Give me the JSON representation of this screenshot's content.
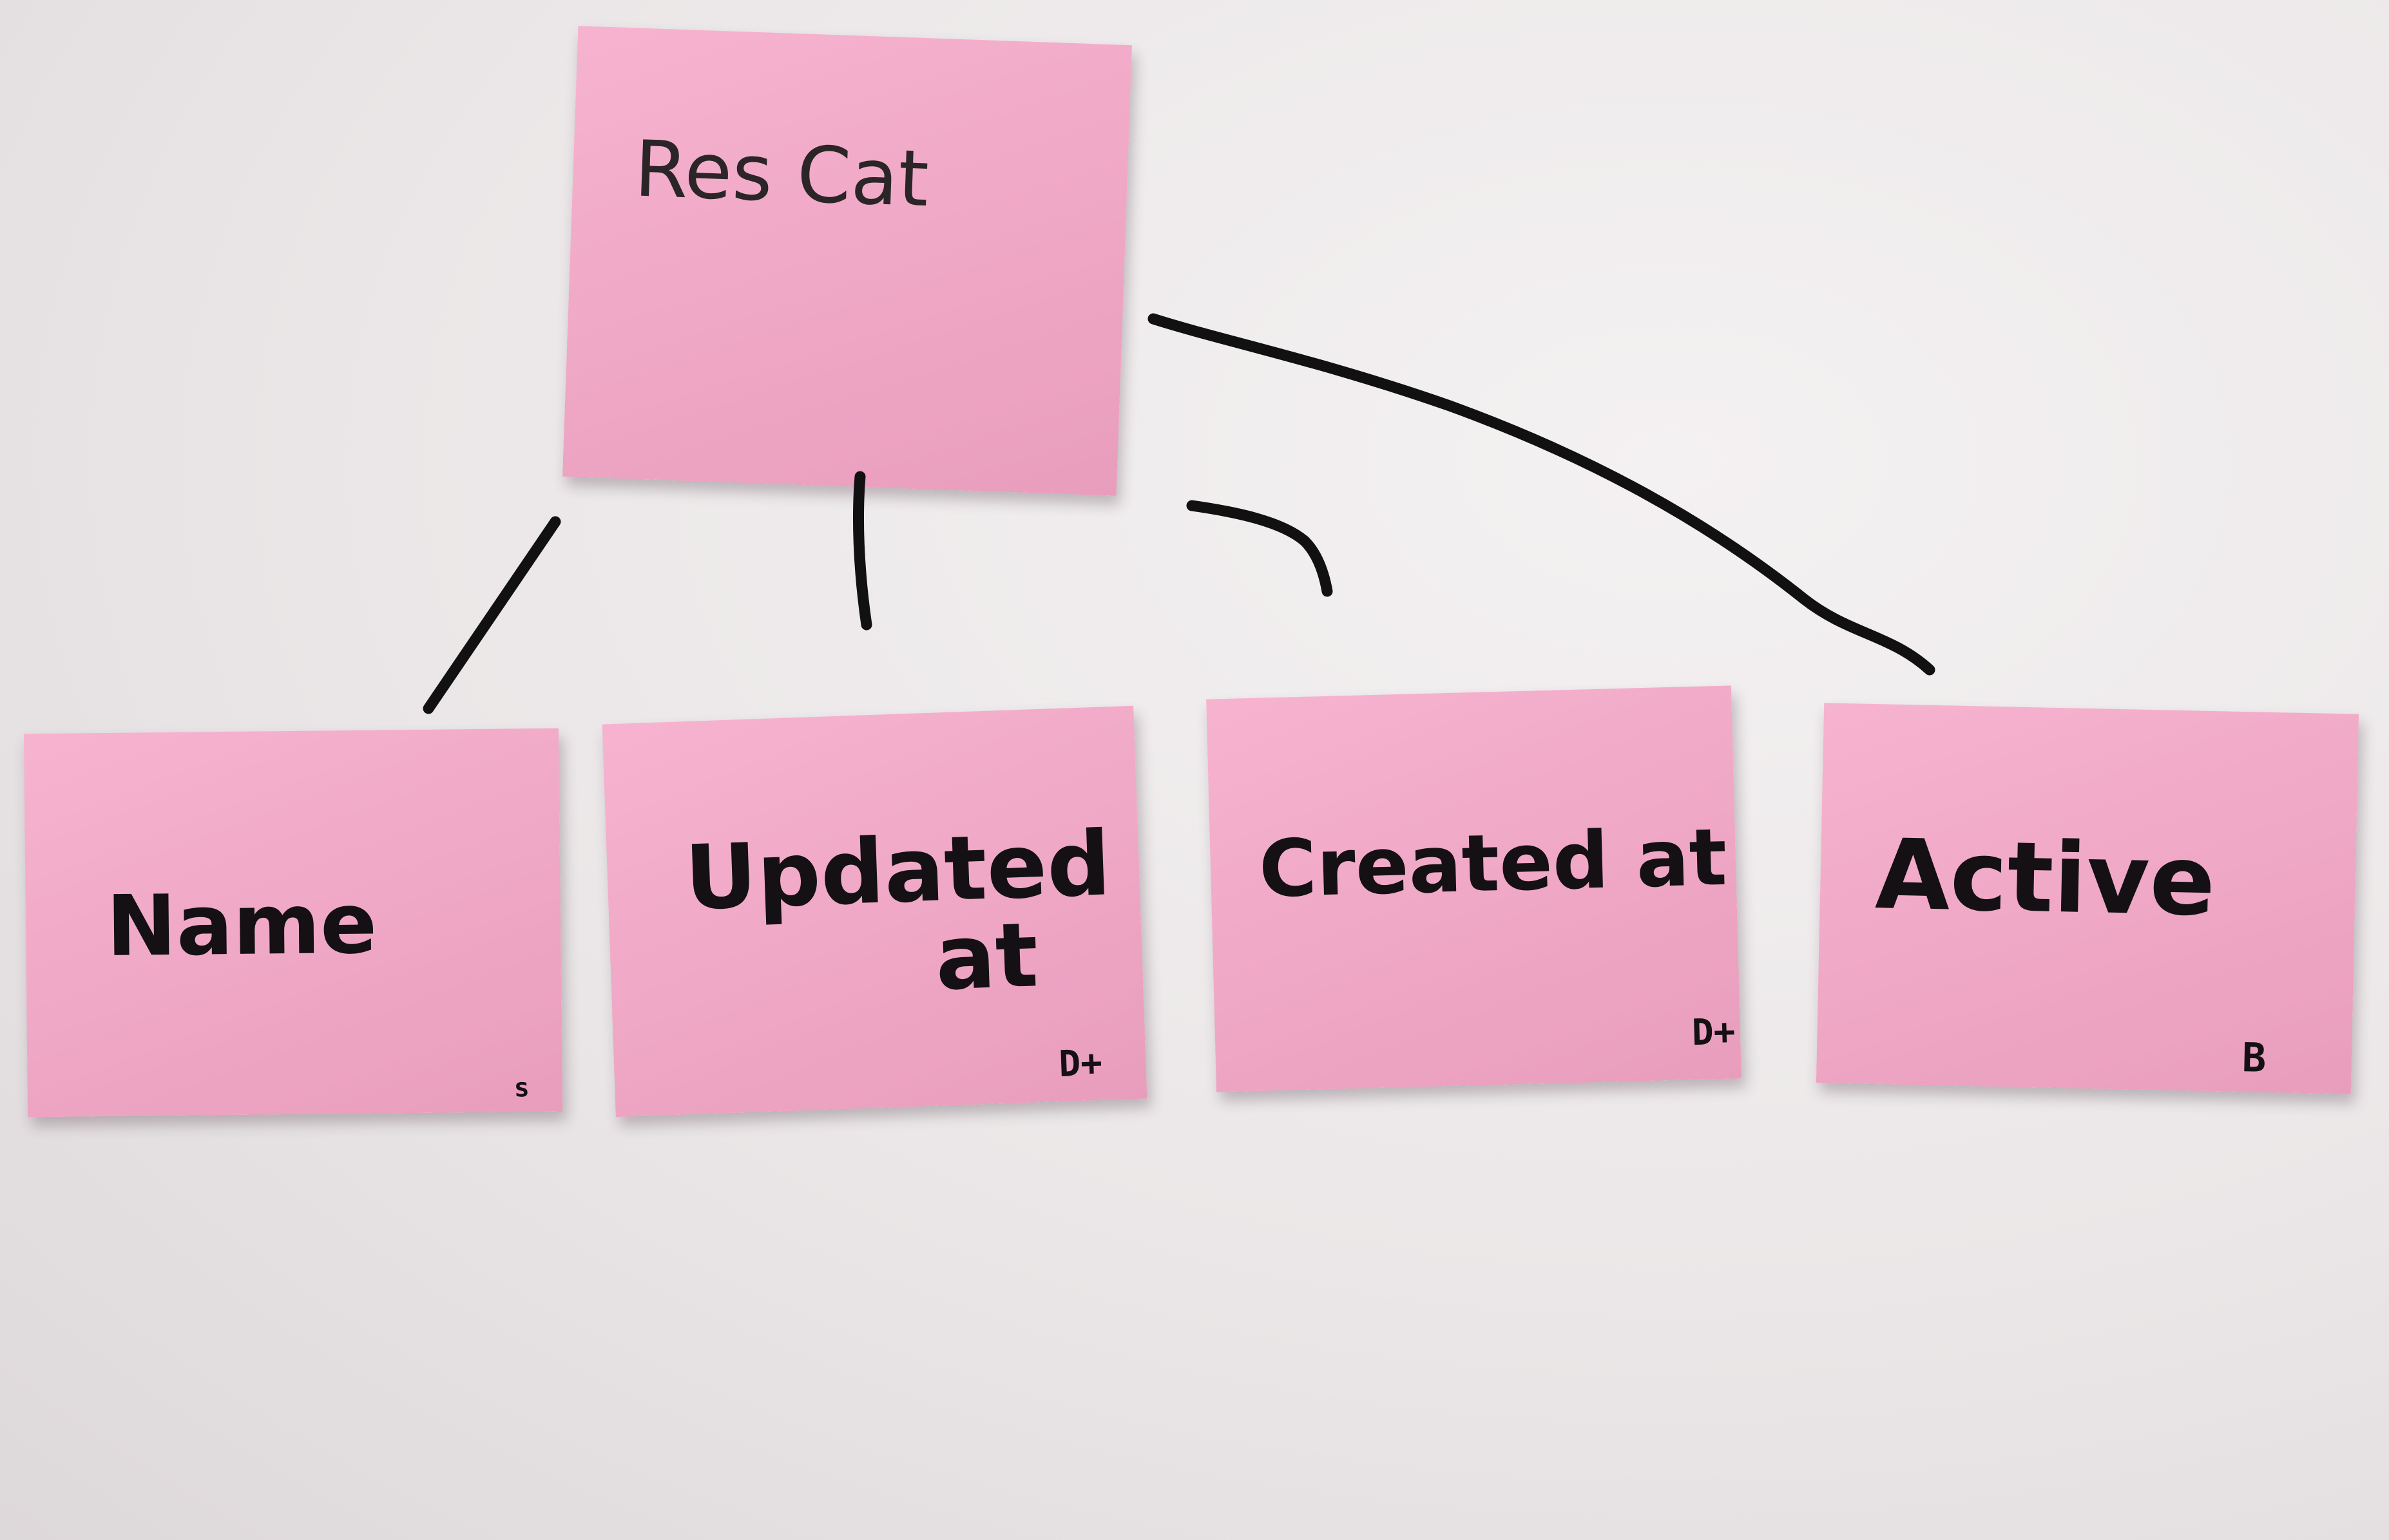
{
  "colors": {
    "note": "#f0a8c6",
    "ink": "#141014",
    "paper": "#ebe7e8"
  },
  "root_note": {
    "title": "Res Cat"
  },
  "child_notes": [
    {
      "label": "Name",
      "corner": "s"
    },
    {
      "label": "Updated\n        at",
      "corner": "D+"
    },
    {
      "label": "Created at",
      "corner": "D+"
    },
    {
      "label": "Active",
      "corner": "B"
    }
  ]
}
